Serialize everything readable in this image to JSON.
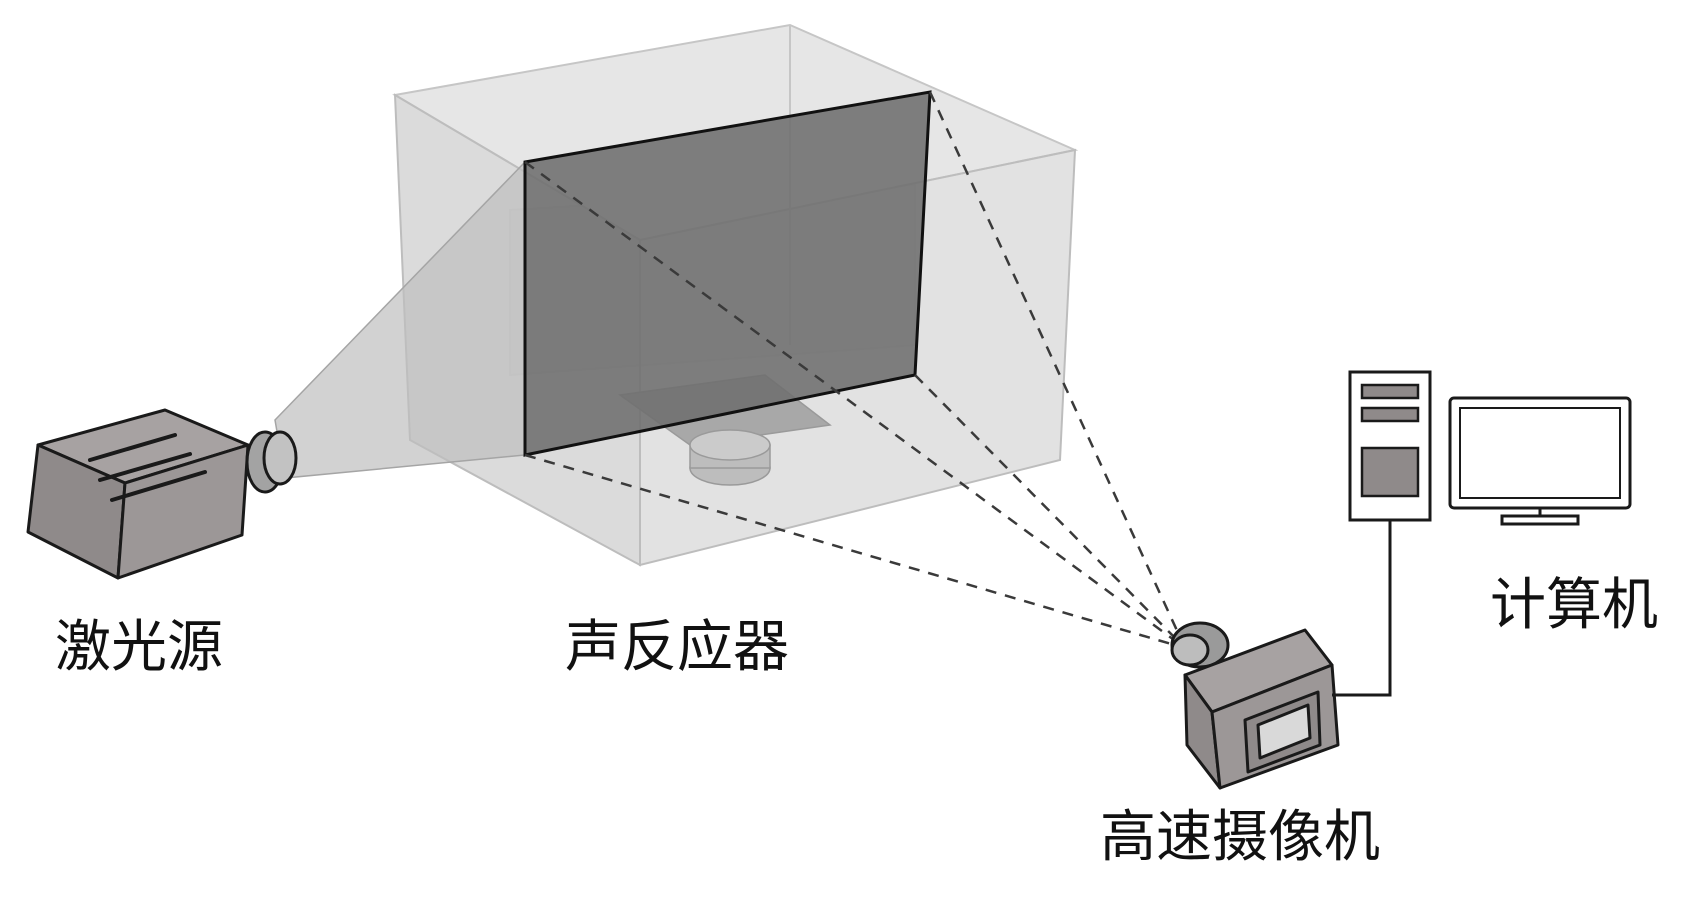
{
  "labels": {
    "laser_source": "激光源",
    "acoustic_reactor": "声反应器",
    "computer": "计算机",
    "high_speed_camera": "高速摄像机"
  },
  "colors": {
    "device_fill": "#8f8a8a",
    "device_stroke": "#1a1a1a",
    "sheet_fill": "#6e6e6e",
    "tank_fill": "#d2d2d2",
    "tank_edge": "#bdbdbd",
    "beam_fill": "#cfcfcf",
    "text": "#111111"
  }
}
